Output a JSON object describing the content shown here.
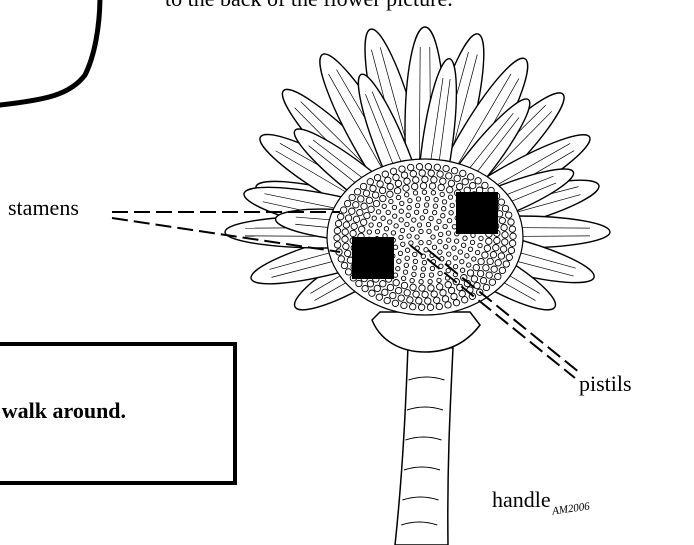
{
  "caption": "to the back of the flower picture.",
  "labels": {
    "stamens": "stamens",
    "pistils": "pistils",
    "handle": "handle"
  },
  "notice": {
    "text": "d walk around."
  },
  "signature": "AM2006",
  "colors": {
    "ink": "#000000",
    "paper": "#ffffff"
  }
}
